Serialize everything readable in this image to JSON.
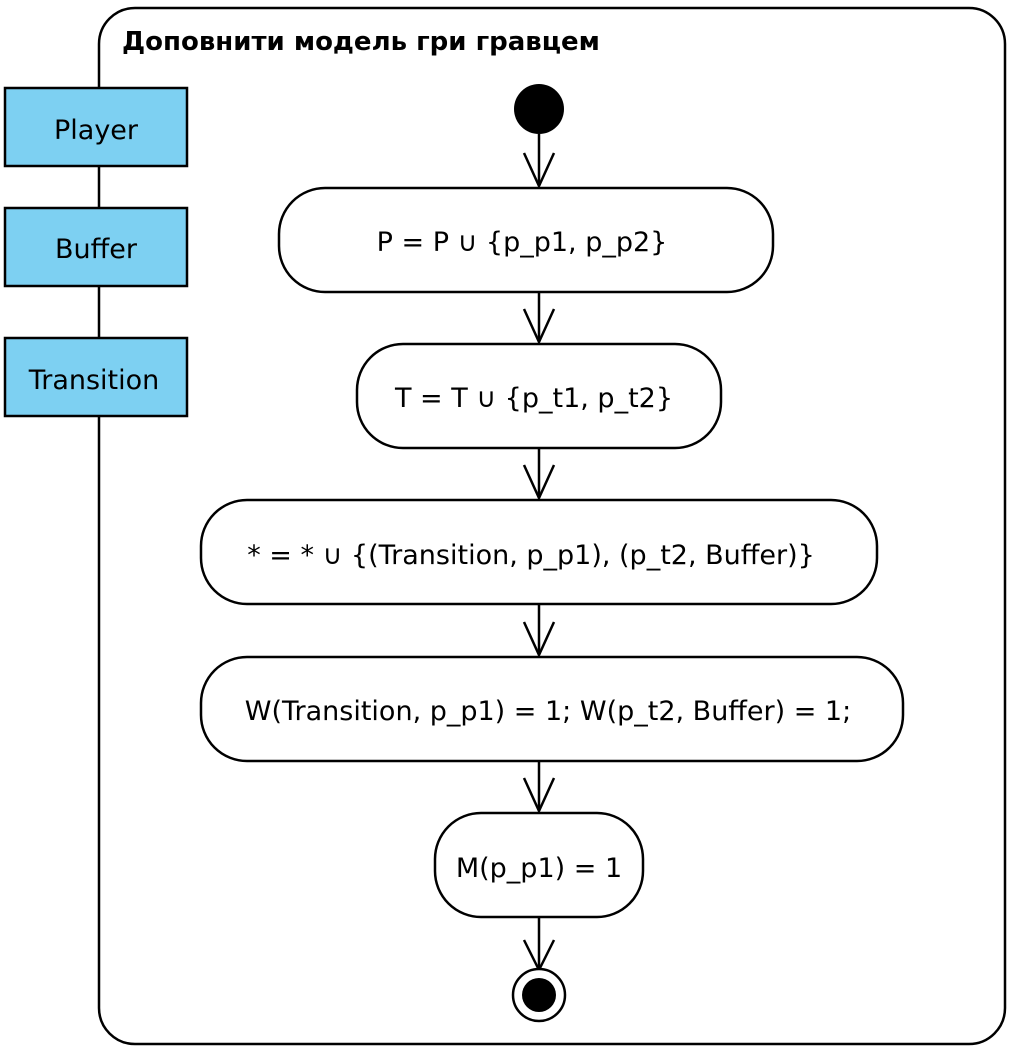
{
  "frame": {
    "title": "Доповнити модель гри гравцем"
  },
  "pins": [
    {
      "label": "Player"
    },
    {
      "label": "Buffer"
    },
    {
      "label": "Transition"
    }
  ],
  "actions": [
    {
      "label": "P = P ∪ {p_p1, p_p2}"
    },
    {
      "label": "T = T ∪ {p_t1, p_t2}"
    },
    {
      "label": "* = * ∪ {(Transition, p_p1), (p_t2, Buffer)}"
    },
    {
      "label": "W(Transition, p_p1) = 1; W(p_t2, Buffer) = 1;"
    },
    {
      "label": "M(p_p1) = 1"
    }
  ],
  "colors": {
    "pin_fill": "#7dd0f2",
    "stroke": "#000000",
    "node_fill": "#000000",
    "background": "#ffffff"
  }
}
